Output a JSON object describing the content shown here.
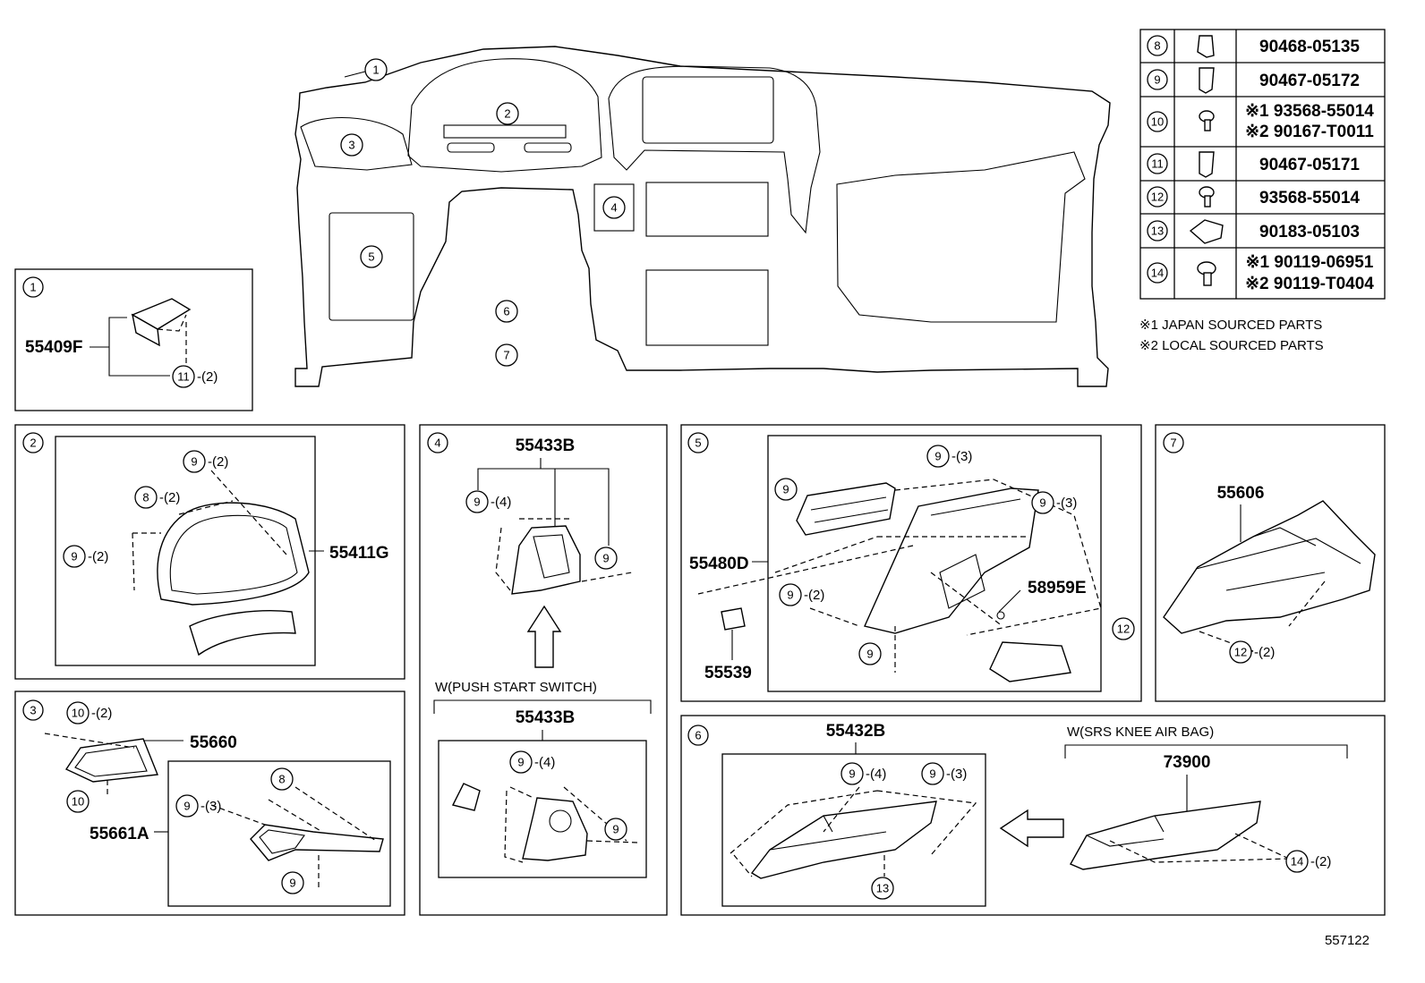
{
  "diagram_id": "557122",
  "fastener_table": [
    {
      "ref": "8",
      "icon": "clip-icon",
      "parts": [
        "90468-05135"
      ]
    },
    {
      "ref": "9",
      "icon": "clip-icon",
      "parts": [
        "90467-05172"
      ]
    },
    {
      "ref": "10",
      "icon": "screw-icon",
      "parts": [
        "※1 93568-55014",
        "※2 90167-T0011"
      ]
    },
    {
      "ref": "11",
      "icon": "clip-icon",
      "parts": [
        "90467-05171"
      ]
    },
    {
      "ref": "12",
      "icon": "screw-icon",
      "parts": [
        "93568-55014"
      ]
    },
    {
      "ref": "13",
      "icon": "nut-clip-icon",
      "parts": [
        "90183-05103"
      ]
    },
    {
      "ref": "14",
      "icon": "bolt-icon",
      "parts": [
        "※1 90119-06951",
        "※2 90119-T0404"
      ]
    }
  ],
  "notes": [
    "※1 JAPAN SOURCED PARTS",
    "※2 LOCAL SOURCED PARTS"
  ],
  "main_callouts": [
    "1",
    "2",
    "3",
    "4",
    "5",
    "6",
    "7"
  ],
  "panel1": {
    "num": "1",
    "part": "55409F",
    "fastener": "11",
    "qty": "-(2)"
  },
  "panel2": {
    "num": "2",
    "part": "55411G",
    "c1": "9",
    "q1": "-(2)",
    "c2": "8",
    "q2": "-(2)",
    "c3": "9",
    "q3": "-(2)"
  },
  "panel3": {
    "num": "3",
    "part_a": "55660",
    "part_b": "55661A",
    "c1": "10",
    "q1": "-(2)",
    "c2": "10",
    "c3": "9",
    "q3": "-(3)",
    "c4": "8",
    "c5": "9"
  },
  "panel4": {
    "num": "4",
    "part": "55433B",
    "c1": "9",
    "q1": "-(4)",
    "c2": "9",
    "variant_label": "W(PUSH START SWITCH)",
    "variant_part": "55433B",
    "v_c1": "9",
    "v_q1": "-(4)",
    "v_c2": "9"
  },
  "panel5": {
    "num": "5",
    "part_a": "55480D",
    "part_b": "58959E",
    "part_c": "55539",
    "c1": "9",
    "q1": "-(3)",
    "c2": "9",
    "q2": "-(3)",
    "c3": "9",
    "c4": "9",
    "q4": "-(2)",
    "c5": "9",
    "c6": "12"
  },
  "panel6": {
    "num": "6",
    "part": "55432B",
    "c1": "9",
    "q1": "-(4)",
    "c2": "9",
    "q2": "-(3)",
    "c3": "13",
    "variant_label": "W(SRS KNEE AIR BAG)",
    "variant_part": "73900",
    "v_c1": "14",
    "v_q1": "-(2)"
  },
  "panel7": {
    "num": "7",
    "part": "55606",
    "c1": "12",
    "q1": "-(2)"
  }
}
